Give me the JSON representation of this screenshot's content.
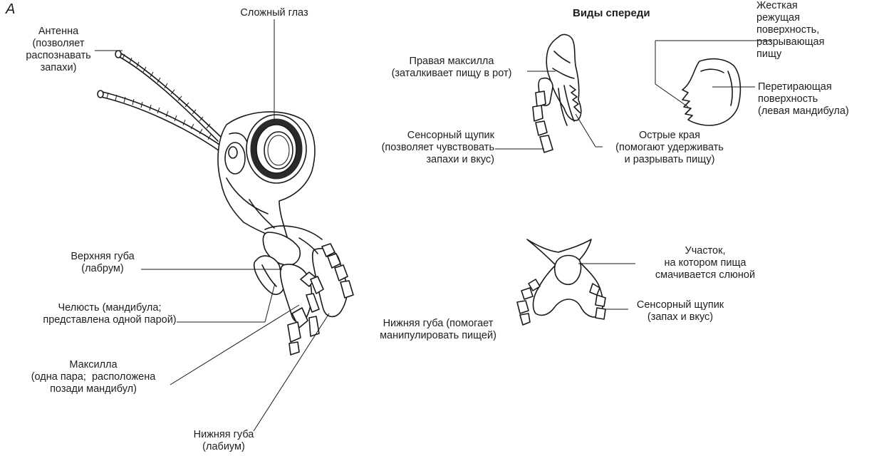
{
  "figure": {
    "panel_letter": "А",
    "front_views_heading": "Виды спереди"
  },
  "labels": {
    "compound_eye": "Сложный глаз",
    "antenna": "Антенна\n(позволяет\nраспознавать\nзапахи)",
    "upper_lip": "Верхняя губа\n(лабрум)",
    "mandible": "Челюсть (мандибула;\nпредставлена одной парой)",
    "maxilla": "Максилла\n(одна пара;  расположена\nпозади мандибул)",
    "lower_lip": "Нижняя губа\n(лабиум)",
    "right_maxilla": "Правая максилла\n(заталкивает пищу в рот)",
    "sensory_palp_maxilla": "Сенсорный щупик\n(позволяет чувствовать\nзапахи и вкус)",
    "sharp_edges": "Острые края\n(помогают удерживать\nи разрывать пищу)",
    "hard_cutting_surface": "Жесткая\nрежущая\nповерхность,\nразрывающая\nпищу",
    "grinding_surface": "Перетирающая\nповерхность\n(левая мандибула)",
    "saliva_area": "Участок,\nна котором пища\nсмачивается слюной",
    "sensory_palp_labium": "Сенсорный щупик\n(запах и вкус)",
    "lower_lip_front": "Нижняя губа (помогает\nманипулировать пищей)"
  },
  "colors": {
    "ink": "#1a1a1a",
    "background": "#ffffff"
  }
}
